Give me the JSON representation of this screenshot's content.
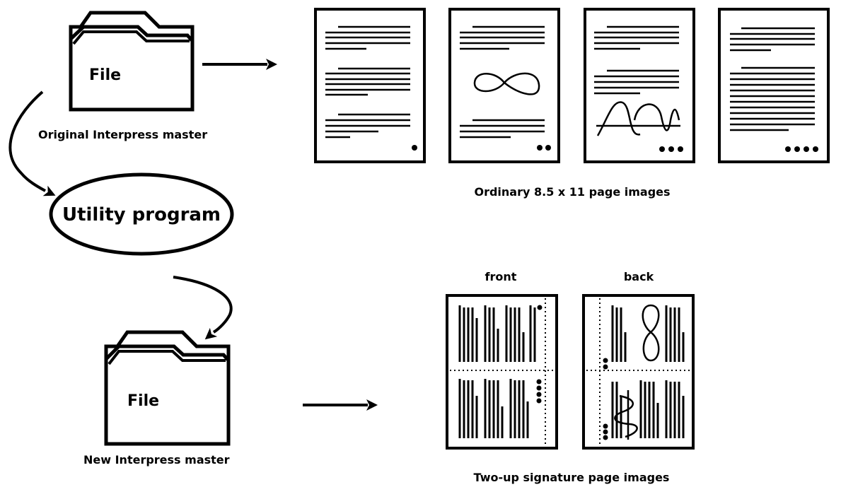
{
  "original_master": {
    "folder_label": "File",
    "caption": "Original Interpress master"
  },
  "utility": {
    "label": "Utility program"
  },
  "new_master": {
    "folder_label": "File",
    "caption": "New Interpress master"
  },
  "ordinary_pages": {
    "caption": "Ordinary 8.5 x 11 page images",
    "page_count": 4
  },
  "signature_pages": {
    "caption": "Two-up signature page images",
    "front_label": "front",
    "back_label": "back"
  }
}
